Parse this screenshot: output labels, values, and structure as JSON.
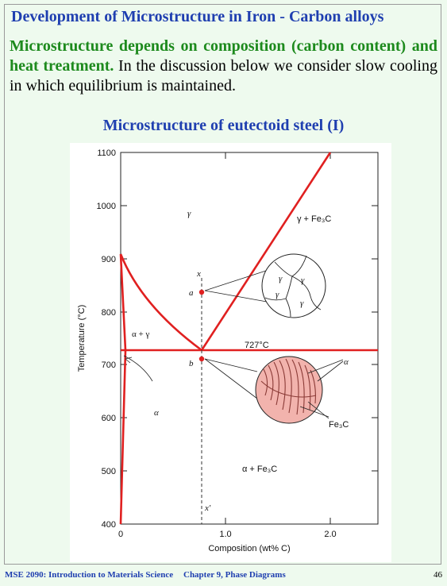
{
  "slide": {
    "title": "Development of Microstructure in Iron - Carbon alloys",
    "intro_bold": "Microstructure depends on composition (carbon content) and heat treatment.",
    "intro_rest": " In the discussion below we consider slow cooling in which equilibrium is maintained.",
    "subtitle": "Microstructure of eutectoid steel (I)"
  },
  "diagram": {
    "y_axis_label": "Temperature (°C)",
    "x_axis_label": "Composition (wt% C)",
    "y_ticks": [
      "1100",
      "1000",
      "900",
      "800",
      "700",
      "600",
      "500",
      "400"
    ],
    "x_ticks": [
      "0",
      "1.0",
      "2.0"
    ],
    "eutectoid_temp_label": "727°C",
    "phase_gamma": "γ",
    "phase_gamma_fe3c": "γ + Fe₃C",
    "phase_alpha_gamma": "α + γ",
    "phase_alpha_fe3c": "α + Fe₃C",
    "phase_alpha": "α",
    "point_a": "a",
    "point_b": "b",
    "line_x_top": "x",
    "line_x_bottom": "x'",
    "grain_label": "γ",
    "pearlite_alpha_label": "α",
    "pearlite_fe3c_label": "Fe₃C",
    "colors": {
      "phase_line": "#e02020",
      "pearlite_fill": "#f2b3ad",
      "axis": "#222222"
    }
  },
  "footer": {
    "course": "MSE 2090: Introduction to Materials Science",
    "chapter": "Chapter 9, Phase Diagrams",
    "page": "46"
  }
}
